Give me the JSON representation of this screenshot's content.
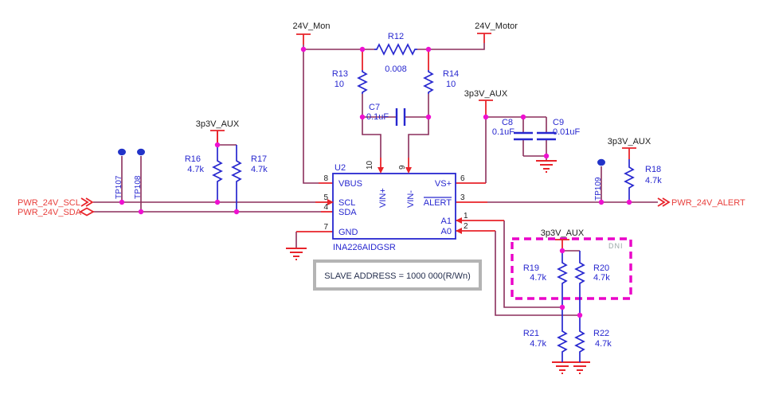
{
  "nets": {
    "v24_mon": "24V_Mon",
    "v24_motor": "24V_Motor",
    "aux": "3p3V_AUX",
    "scl": "PWR_24V_SCL",
    "sda": "PWR_24V_SDA",
    "alert": "PWR_24V_ALERT"
  },
  "components": {
    "r12": {
      "ref": "R12",
      "value": "0.008"
    },
    "r13": {
      "ref": "R13",
      "value": "10"
    },
    "r14": {
      "ref": "R14",
      "value": "10"
    },
    "r16": {
      "ref": "R16",
      "value": "4.7k"
    },
    "r17": {
      "ref": "R17",
      "value": "4.7k"
    },
    "r18": {
      "ref": "R18",
      "value": "4.7k"
    },
    "r19": {
      "ref": "R19",
      "value": "4.7k"
    },
    "r20": {
      "ref": "R20",
      "value": "4.7k"
    },
    "r21": {
      "ref": "R21",
      "value": "4.7k"
    },
    "r22": {
      "ref": "R22",
      "value": "4.7k"
    },
    "c7": {
      "ref": "C7",
      "value": "0.1uF"
    },
    "c8": {
      "ref": "C8",
      "value": "0.1uF"
    },
    "c9": {
      "ref": "C9",
      "value": "0.01uF"
    }
  },
  "testpoints": {
    "tp107": "TP107",
    "tp108": "TP108",
    "tp109": "TP109"
  },
  "ic": {
    "ref": "U2",
    "part": "INA226AIDGSR",
    "pins": {
      "vbus": {
        "num": "8",
        "name": "VBUS"
      },
      "scl": {
        "num": "5",
        "name": "SCL"
      },
      "sda": {
        "num": "4",
        "name": "SDA"
      },
      "gnd": {
        "num": "7",
        "name": "GND"
      },
      "vinp": {
        "num": "10",
        "name": "VIN+"
      },
      "vinn": {
        "num": "9",
        "name": "VIN-"
      },
      "vsp": {
        "num": "6",
        "name": "VS+"
      },
      "alert": {
        "num": "3",
        "name": "ALERT"
      },
      "a1": {
        "num": "1",
        "name": "A1"
      },
      "a0": {
        "num": "2",
        "name": "A0"
      }
    }
  },
  "annotations": {
    "slave_address": "SLAVE ADDRESS = 1000 000(R/Wn)",
    "dni": "DNI"
  },
  "colors": {
    "wire": "#8b2f5c",
    "component": "#2727cf",
    "power": "#e8232a",
    "junction": "#ee10d0",
    "net_label": "#e8403d",
    "text": "#1c1c1c",
    "dni_box": "#ea00c8",
    "dni_text": "#9aa8a8",
    "note_border": "#b4b4b4",
    "note_text": "#252f4e",
    "tp": "#2233c8"
  }
}
